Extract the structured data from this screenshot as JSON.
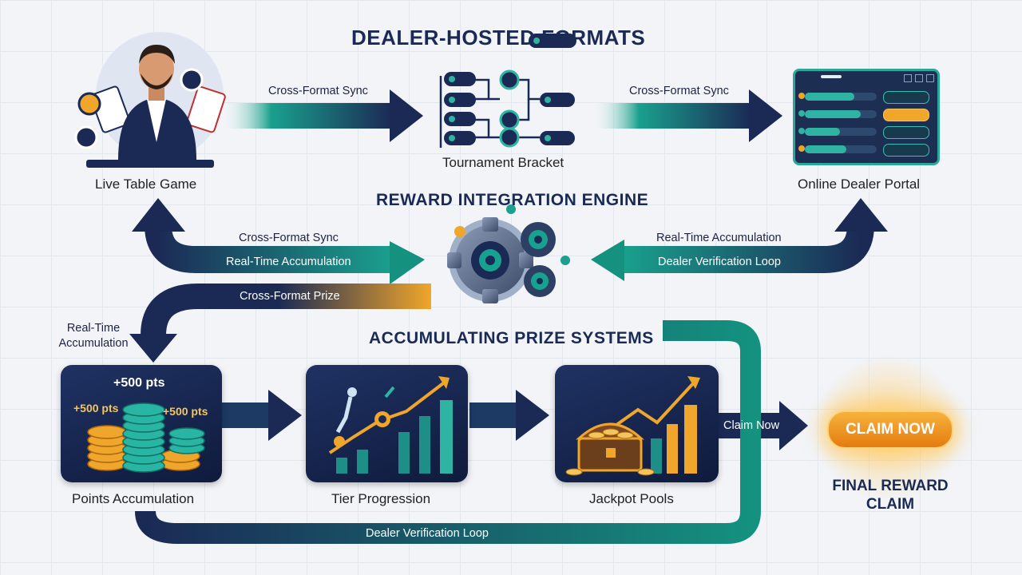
{
  "title": "DEALER-HOSTED FORMATS",
  "engine_title": "REWARD INTEGRATION ENGINE",
  "prize_title": "ACCUMULATING PRIZE SYSTEMS",
  "nodes": {
    "live_table": "Live Table Game",
    "tournament": "Tournament Bracket",
    "portal": "Online Dealer Portal",
    "points": "Points Accumulation",
    "tier": "Tier Progression",
    "jackpot": "Jackpot Pools",
    "final": "FINAL REWARD CLAIM"
  },
  "flows": {
    "top_left": "Cross-Format Sync",
    "top_right": "Cross-Format Sync",
    "left_sync": "Cross-Format Sync",
    "left_accum": "Real-Time Accumulation",
    "right_accum": "Real-Time Accumulation",
    "right_verify": "Dealer Verification Loop",
    "prize": "Cross-Format Prize",
    "down_accum": "Real-Time\nAccumulation",
    "claim": "Claim Now",
    "bottom_verify": "Dealer Verification Loop"
  },
  "points_labels": [
    "+500 pts",
    "+500 pts",
    "+500 pts"
  ],
  "claim_button": "CLAIM NOW",
  "colors": {
    "navy": "#1b2a55",
    "teal": "#14917f",
    "gold": "#f0a62a"
  },
  "icons": [
    "dealer-icon",
    "bracket-icon",
    "portal-icon",
    "gears-icon",
    "coins-icon",
    "tier-chart-icon",
    "treasure-chest-icon"
  ]
}
